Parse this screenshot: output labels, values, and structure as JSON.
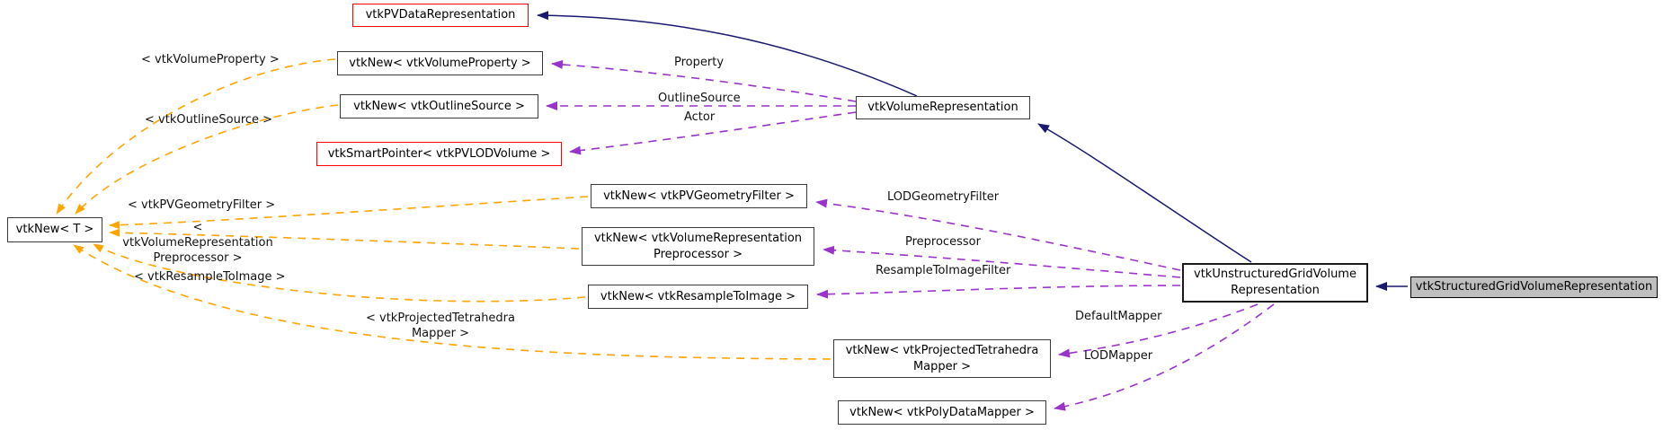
{
  "colors": {
    "inheritance": "#191970",
    "usage": "#9a32cc",
    "template": "#ffa500",
    "highlight_border": "#ff0000",
    "focus_fill": "#bfbfbf",
    "box_border": "#3a3a3a",
    "box_fill": "#ffffff"
  },
  "nodes": {
    "vtknew_t": "vtkNew< T >",
    "pv_data_representation": "vtkPVDataRepresentation",
    "vtknew_volume_property": "vtkNew< vtkVolumeProperty >",
    "vtknew_outline_source": "vtkNew< vtkOutlineSource >",
    "smartpointer_pvlodvolume": "vtkSmartPointer< vtkPVLODVolume >",
    "vtknew_pv_geometry_filter": "vtkNew< vtkPVGeometryFilter >",
    "vtknew_volume_representation_preprocessor": "vtkNew< vtkVolumeRepresentation\nPreprocessor >",
    "vtknew_resample_to_image": "vtkNew< vtkResampleToImage >",
    "vtknew_projected_tetrahedra_mapper": "vtkNew< vtkProjectedTetrahedra\nMapper >",
    "vtknew_polydata_mapper": "vtkNew< vtkPolyDataMapper >",
    "volume_representation": "vtkVolumeRepresentation",
    "unstructured_grid_volume_representation": "vtkUnstructuredGridVolume\nRepresentation",
    "structured_grid_volume_representation": "vtkStructuredGridVolumeRepresentation"
  },
  "edge_labels": {
    "property": "Property",
    "outline_source": "OutlineSource",
    "actor": "Actor",
    "lod_geometry_filter": "LODGeometryFilter",
    "preprocessor": "Preprocessor",
    "resample_to_image_filter": "ResampleToImageFilter",
    "default_mapper": "DefaultMapper",
    "lod_mapper": "LODMapper",
    "tpl_volume_property": "< vtkVolumeProperty >",
    "tpl_outline_source": "< vtkOutlineSource >",
    "tpl_pv_geometry_filter": "< vtkPVGeometryFilter >",
    "tpl_volume_representation_preprocessor": "< vtkVolumeRepresentation\nPreprocessor >",
    "tpl_resample_to_image": "< vtkResampleToImage >",
    "tpl_projected_tetrahedra_mapper": "< vtkProjectedTetrahedra\nMapper >"
  }
}
